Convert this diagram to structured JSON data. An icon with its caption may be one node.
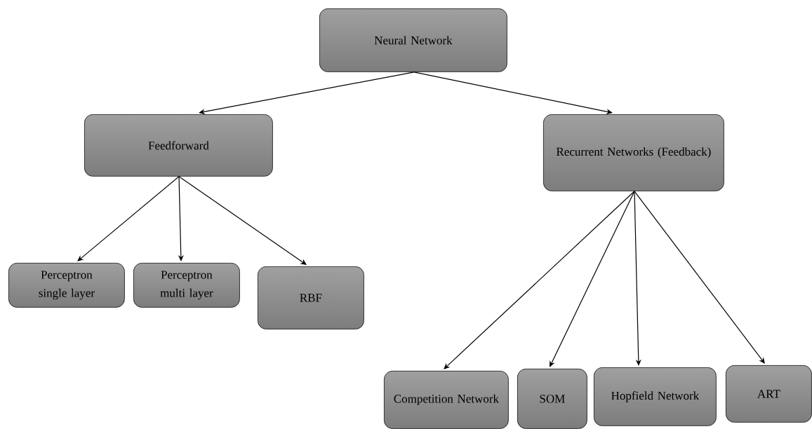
{
  "diagram": {
    "nodes": [
      {
        "text": [
          "Neural Network"
        ]
      },
      {
        "text": [
          "Feedforward"
        ]
      },
      {
        "text": [
          "Recurrent Networks (Feedback)"
        ]
      },
      {
        "text": [
          "Perceptron single layer"
        ]
      },
      {
        "text": [
          "Perceptron multi layer"
        ]
      },
      {
        "text": [
          "RBF"
        ]
      },
      {
        "text": [
          "Competition Network"
        ]
      },
      {
        "text": [
          "SOM"
        ]
      },
      {
        "text": [
          "Hopfield Network"
        ]
      },
      {
        "text": [
          "ART"
        ]
      }
    ],
    "edges": [
      {
        "from": 0,
        "to": 1,
        "arrow": "to"
      },
      {
        "from": 0,
        "to": 2,
        "arrow": "to"
      },
      {
        "from": 1,
        "to": 3,
        "arrow": "to"
      },
      {
        "from": 1,
        "to": 4,
        "arrow": "to"
      },
      {
        "from": 1,
        "to": 5,
        "arrow": "to"
      },
      {
        "from": 2,
        "to": 6,
        "arrow": "to"
      },
      {
        "from": 2,
        "to": 7,
        "arrow": "to"
      },
      {
        "from": 2,
        "to": 8,
        "arrow": "to"
      },
      {
        "from": 2,
        "to": 9,
        "arrow": "to"
      }
    ]
  }
}
